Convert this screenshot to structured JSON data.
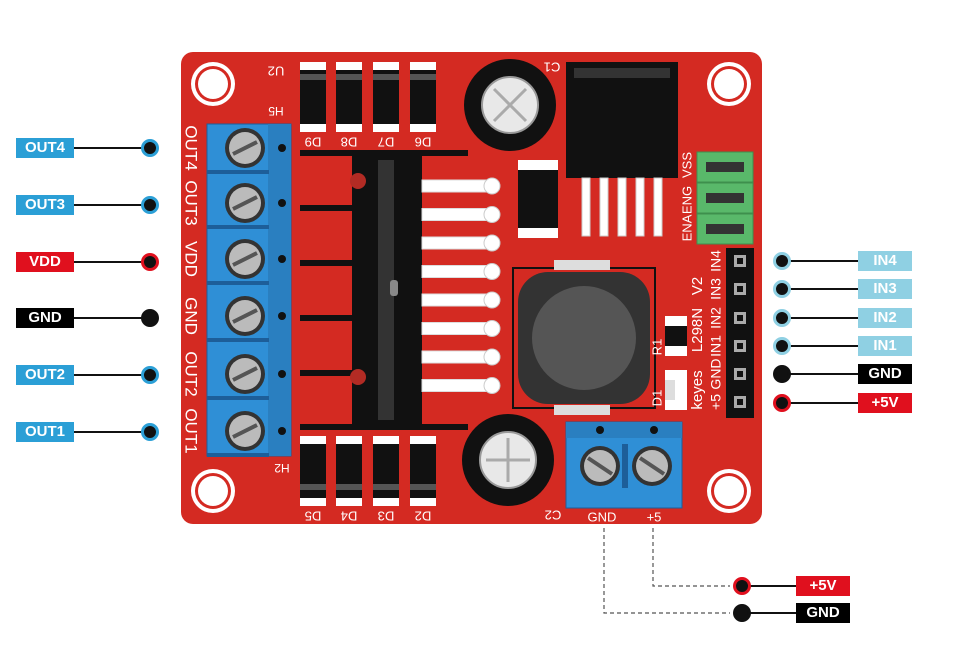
{
  "colors": {
    "board": "#d42a22",
    "terminal_blue": "#2f8fd6",
    "label_blue": "#2b9fd6",
    "label_red": "#e0101e",
    "label_black": "#000000",
    "label_lightblue": "#8fd0e3",
    "jumper_green": "#59b86a",
    "heatsink_black": "#111111"
  },
  "left_labels": [
    {
      "text": "OUT4",
      "style": "blue",
      "dot": "blue"
    },
    {
      "text": "OUT3",
      "style": "blue",
      "dot": "blue"
    },
    {
      "text": "VDD",
      "style": "red",
      "dot": "red"
    },
    {
      "text": "GND",
      "style": "black",
      "dot": "black"
    },
    {
      "text": "OUT2",
      "style": "blue",
      "dot": "blue"
    },
    {
      "text": "OUT1",
      "style": "blue",
      "dot": "blue"
    }
  ],
  "right_labels": [
    {
      "text": "IN4",
      "style": "lightblue",
      "dot": "lightblue"
    },
    {
      "text": "IN3",
      "style": "lightblue",
      "dot": "lightblue"
    },
    {
      "text": "IN2",
      "style": "lightblue",
      "dot": "lightblue"
    },
    {
      "text": "IN1",
      "style": "lightblue",
      "dot": "lightblue"
    },
    {
      "text": "GND",
      "style": "black",
      "dot": "black"
    },
    {
      "text": "+5V",
      "style": "red",
      "dot": "red"
    }
  ],
  "bottom_labels": [
    {
      "text": "+5V",
      "style": "red",
      "dot": "red"
    },
    {
      "text": "GND",
      "style": "black",
      "dot": "black"
    }
  ],
  "board": {
    "left_terminal_silk": [
      "OUT4",
      "OUT3",
      "VDD",
      "GND",
      "OUT2",
      "OUT1"
    ],
    "header_silk": [
      "IN4",
      "IN3",
      "IN2",
      "IN1",
      "GND",
      "+5"
    ],
    "jumper_silk": [
      "VSS",
      "ENG",
      "ENA"
    ],
    "top_diodes": [
      "D9",
      "D8",
      "D7",
      "D6"
    ],
    "bottom_diodes": [
      "D5",
      "D4",
      "D3",
      "D2"
    ],
    "u2": "U2",
    "h5": "H5",
    "h2": "H2",
    "c1": "C1",
    "c2": "C2",
    "chip": "L298N",
    "version": "V2",
    "r1": "R1",
    "d1": "D1",
    "brand": "keyes",
    "bottom_terminal": [
      "GND",
      "+5"
    ]
  }
}
